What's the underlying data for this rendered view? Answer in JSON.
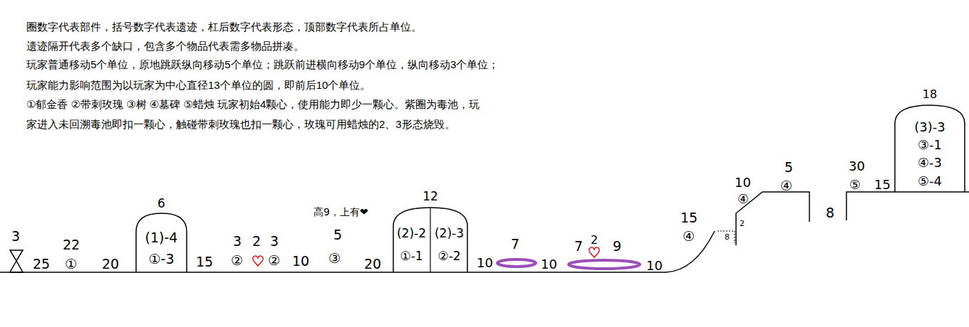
{
  "diagram": {
    "nodes": [
      {
        "text": [
          "6",
          "(1)-4",
          "①-3"
        ]
      },
      {
        "text": [
          "12"
        ]
      },
      {
        "text": [
          "(2)-2",
          "①-1"
        ],
        "in": 1
      },
      {
        "text": [
          "(2)-3",
          "②-2"
        ],
        "in": 1
      },
      {
        "text": [
          "18",
          "(3)-3",
          "③-1",
          "④-3",
          "⑤-4"
        ]
      }
    ],
    "labels": [
      "圈数字代表部件，括号数字代表遗迹，杠后数字代表形态，顶部数字代表所占单位。",
      "遗迹隔开代表多个缺口，包含多个物品代表需多物品拼凑。",
      "玩家普通移动5个单位，原地跳跃纵向移动5个单位；跳跃前进横向移动9个单位，纵向移动3个单位；",
      "玩家能力影响范围为以玩家为中心直径13个单位的圆，即前后10个单位。",
      "①郁金香 ②带刺玫瑰 ③树 ④墓碑 ⑤蜡烛  玩家初始4颗心，使用能力即少一颗心。紫圈为毒池，玩",
      "家进入未回溯毒池即扣一颗心，触碰带刺玫瑰也扣一颗心，玫瑰可用蜡烛的2、3形态烧毁。",
      "3",
      "25",
      "22",
      "①",
      "20",
      "15",
      "3",
      "②",
      "2",
      "3",
      "②",
      "10",
      "高9，上有❤",
      "5",
      "③",
      "20",
      "10",
      "7",
      "10",
      "7",
      "2",
      "9",
      "10",
      "15",
      "④",
      "8",
      "2",
      "10",
      "④",
      "5",
      "④",
      "8",
      "30",
      "⑤",
      "15"
    ]
  }
}
